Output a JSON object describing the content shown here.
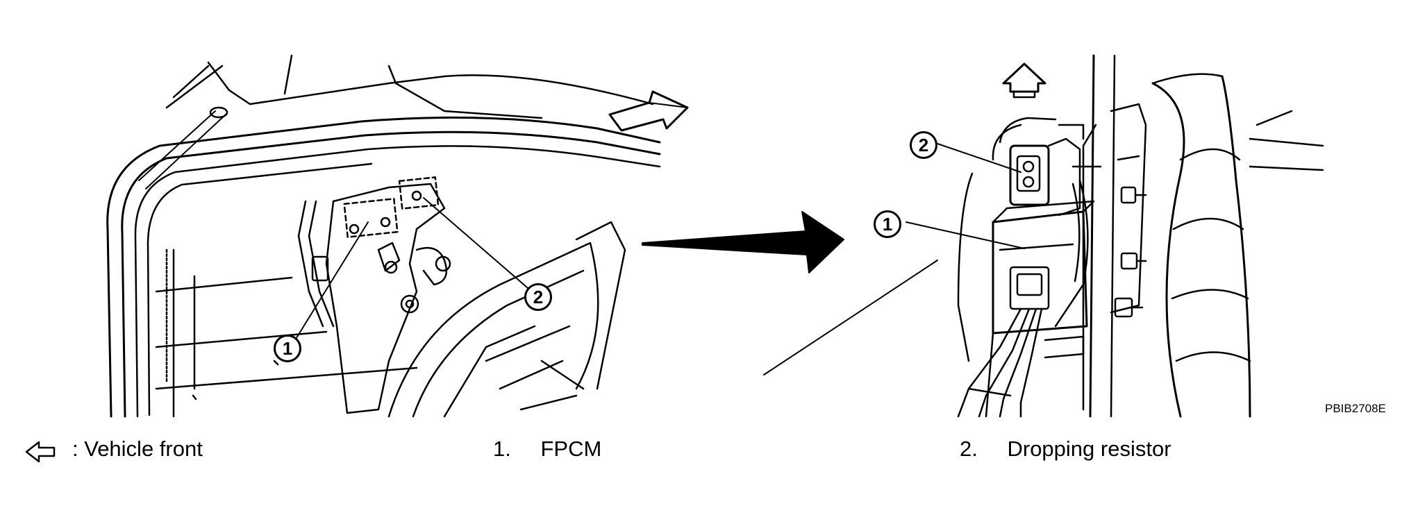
{
  "legend": {
    "front_symbol": "⇦",
    "front_text": ": Vehicle front"
  },
  "captions": [
    {
      "number": "1.",
      "text": "FPCM"
    },
    {
      "number": "2.",
      "text": "Dropping resistor"
    }
  ],
  "figure_code": "PBIB2708E",
  "callouts": {
    "left_1": "1",
    "left_2": "2",
    "right_1": "1",
    "right_2": "2"
  },
  "colors": {
    "ink": "#000000",
    "paper": "#ffffff"
  }
}
